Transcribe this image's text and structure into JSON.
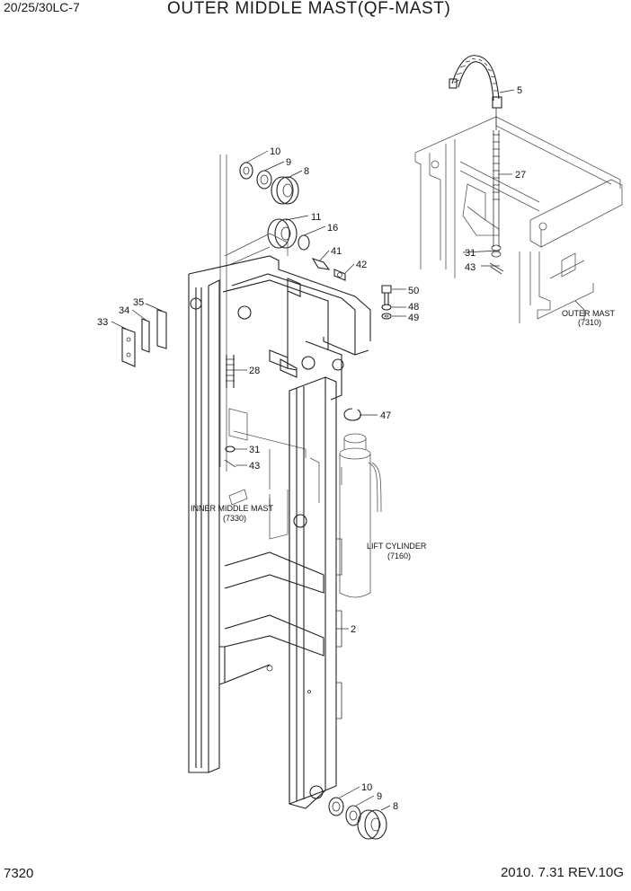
{
  "header": {
    "model": "20/25/30LC-7",
    "title": "OUTER MIDDLE MAST(QF-MAST)"
  },
  "footer": {
    "page": "7320",
    "revision": "2010. 7.31  REV.10G"
  },
  "callouts": {
    "c5": "5",
    "c27": "27",
    "c31a": "31",
    "c43a": "43",
    "c10a": "10",
    "c9a": "9",
    "c8a": "8",
    "c11": "11",
    "c16": "16",
    "c41": "41",
    "c42": "42",
    "c50": "50",
    "c48": "48",
    "c49": "49",
    "c35": "35",
    "c34": "34",
    "c33": "33",
    "c28": "28",
    "c47": "47",
    "c31b": "31",
    "c43b": "43",
    "c2": "2",
    "c10b": "10",
    "c9b": "9",
    "c8b": "8"
  },
  "references": {
    "outer_mast": {
      "name": "OUTER MAST",
      "code": "(7310)"
    },
    "inner_middle_mast": {
      "name": "INNER MIDDLE MAST",
      "code": "(7330)"
    },
    "lift_cylinder": {
      "name": "LIFT CYLINDER",
      "code": "(7160)"
    }
  }
}
